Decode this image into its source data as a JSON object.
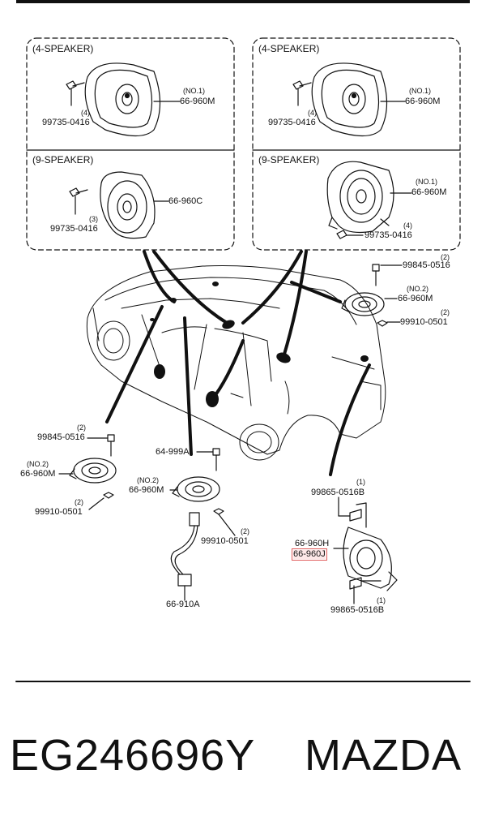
{
  "panels": {
    "top_left": {
      "header": "(4-SPEAKER)",
      "no": "(NO.1)",
      "part": "66-960M",
      "screw_qty": "(4)",
      "screw_part": "99735-0416"
    },
    "bottom_left": {
      "header": "(9-SPEAKER)",
      "part": "66-960C",
      "screw_qty": "(3)",
      "screw_part": "99735-0416"
    },
    "top_right": {
      "header": "(4-SPEAKER)",
      "no": "(NO.1)",
      "part": "66-960M",
      "screw_qty": "(4)",
      "screw_part": "99735-0416"
    },
    "bottom_right": {
      "header": "(9-SPEAKER)",
      "no": "(NO.1)",
      "part": "66-960M",
      "screw_qty": "(4)",
      "screw_part": "99735-0416"
    }
  },
  "right_speaker": {
    "bolt_qty": "(2)",
    "bolt_part": "99845-0516",
    "no": "(NO.2)",
    "part": "66-960M",
    "nut_qty": "(2)",
    "nut_part": "99910-0501"
  },
  "left_speaker": {
    "bolt_qty": "(2)",
    "bolt_part": "99845-0516",
    "no": "(NO.2)",
    "part": "66-960M",
    "nut_qty": "(2)",
    "nut_part": "99910-0501"
  },
  "center_speaker": {
    "bolt_part": "64-999A",
    "no": "(NO.2)",
    "part": "66-960M",
    "nut_qty": "(2)",
    "nut_part": "99910-0501",
    "harness_part": "66-910A"
  },
  "tweeter": {
    "screw_top_qty": "(1)",
    "screw_top_part": "99865-0516B",
    "part_h": "66-960H",
    "part_j": "66-960J",
    "screw_bottom_qty": "(1)",
    "screw_bottom_part": "99865-0516B"
  },
  "footer": {
    "part_number": "EG246696Y",
    "brand": "MAZDA"
  },
  "colors": {
    "line": "#111111",
    "highlight_border": "#e05a5a",
    "highlight_fill": "#fde8e8"
  }
}
